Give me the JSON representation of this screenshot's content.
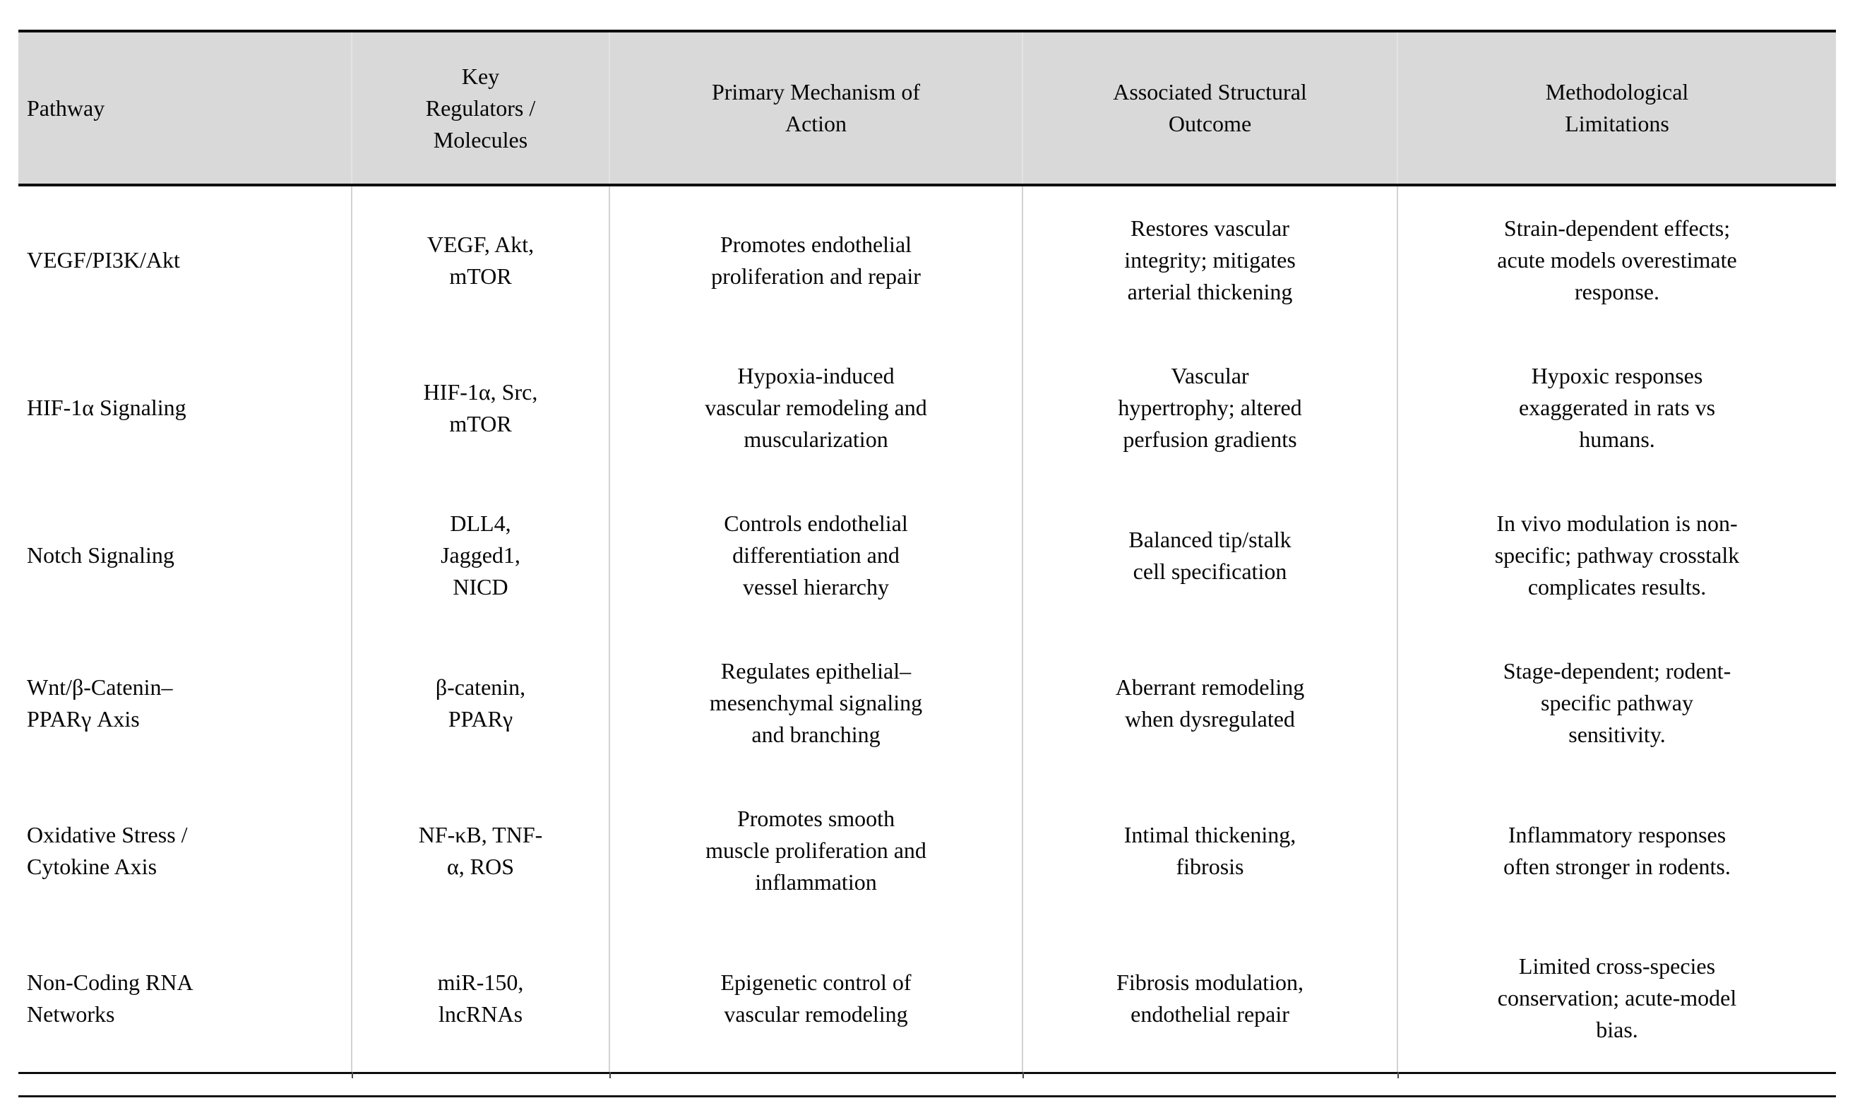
{
  "table": {
    "columns": [
      "Pathway",
      "Key\nRegulators /\nMolecules",
      "Primary Mechanism of\nAction",
      "Associated Structural\nOutcome",
      "Methodological\nLimitations"
    ],
    "rows": [
      {
        "pathway": "VEGF/PI3K/Akt",
        "regulators": "VEGF, Akt,\nmTOR",
        "mechanism": "Promotes endothelial\nproliferation and repair",
        "outcome": "Restores vascular\nintegrity; mitigates\narterial thickening",
        "limitations": "Strain-dependent effects;\nacute models overestimate\nresponse."
      },
      {
        "pathway": "HIF-1α Signaling",
        "regulators": "HIF-1α, Src,\nmTOR",
        "mechanism": "Hypoxia-induced\nvascular remodeling and\nmuscularization",
        "outcome": "Vascular\nhypertrophy; altered\nperfusion gradients",
        "limitations": "Hypoxic responses\nexaggerated in rats vs\nhumans."
      },
      {
        "pathway": "Notch Signaling",
        "regulators": "DLL4,\nJagged1,\nNICD",
        "mechanism": "Controls endothelial\ndifferentiation and\nvessel hierarchy",
        "outcome": "Balanced tip/stalk\ncell specification",
        "limitations": "In vivo modulation is non-\nspecific; pathway crosstalk\ncomplicates results."
      },
      {
        "pathway": "Wnt/β-Catenin–\nPPARγ Axis",
        "regulators": "β-catenin,\nPPARγ",
        "mechanism": "Regulates epithelial–\nmesenchymal signaling\nand branching",
        "outcome": "Aberrant remodeling\nwhen dysregulated",
        "limitations": "Stage-dependent; rodent-\nspecific pathway\nsensitivity."
      },
      {
        "pathway": "Oxidative Stress /\nCytokine Axis",
        "regulators": "NF-κB, TNF-\nα, ROS",
        "mechanism": "Promotes smooth\nmuscle proliferation and\ninflammation",
        "outcome": "Intimal thickening,\nfibrosis",
        "limitations": "Inflammatory responses\noften stronger in rodents."
      },
      {
        "pathway": "Non-Coding RNA\nNetworks",
        "regulators": "miR-150,\nlncRNAs",
        "mechanism": "Epigenetic control of\nvascular remodeling",
        "outcome": "Fibrosis modulation,\nendothelial repair",
        "limitations": "Limited cross-species\nconservation; acute-model\nbias."
      }
    ]
  },
  "colors": {
    "header_bg": "#d9d9d9",
    "text": "#050505",
    "rule": "#0e0e0e",
    "column_divider": "#d3d3d3"
  }
}
